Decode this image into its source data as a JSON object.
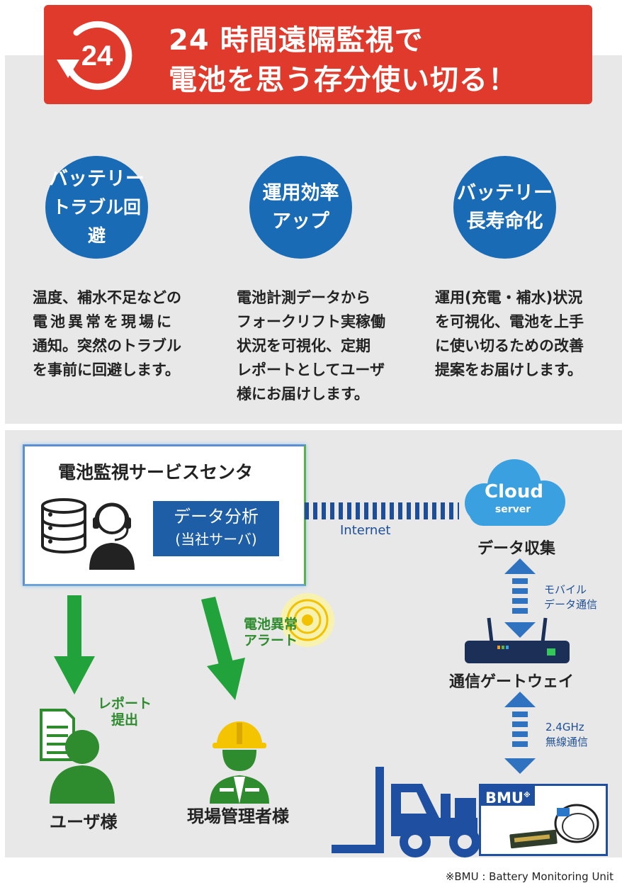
{
  "banner": {
    "icon_number": "24",
    "line1": "24 時間遠隔監視で",
    "line2": "電池を思う存分使い切る！"
  },
  "features": [
    {
      "circle": [
        "バッテリー",
        "トラブル回避"
      ],
      "desc": [
        "温度、補水不足などの",
        "電池異常を現場に",
        "通知。突然のトラブル",
        "を事前に回避します。"
      ]
    },
    {
      "circle": [
        "運用効率",
        "アップ"
      ],
      "desc": [
        "電池計測データから",
        "フォークリフト実稼働",
        "状況を可視化、定期",
        "レポートとしてユーザ",
        "様にお届けします。"
      ]
    },
    {
      "circle": [
        "バッテリー",
        "長寿命化"
      ],
      "desc": [
        "運用(充電・補水)状況",
        "を可視化、電池を上手",
        "に使い切るための改善",
        "提案をお届けします。"
      ]
    }
  ],
  "diagram": {
    "center_title": "電池監視サービスセンタ",
    "analysis": [
      "データ分析",
      "(当社サーバ)"
    ],
    "internet": "Internet",
    "cloud_title": "Cloud",
    "cloud_sub": "server",
    "data_collect": "データ収集",
    "mobile": [
      "モバイル",
      "データ通信"
    ],
    "gateway": "通信ゲートウェイ",
    "wireless": [
      "2.4GHz",
      "無線通信"
    ],
    "bmu": "BMU",
    "bmu_mark": "※",
    "alert": [
      "電池異常",
      "アラート"
    ],
    "report": [
      "レポート",
      "提出"
    ],
    "user": "ユーザ様",
    "manager": "現場管理者様"
  },
  "footnote": "※BMU : Battery Monitoring Unit",
  "colors": {
    "banner_red": "#e03a2c",
    "circle_blue": "#1a6bb5",
    "arrow_green": "#22a23a",
    "arrow_blue": "#2f73c0"
  }
}
